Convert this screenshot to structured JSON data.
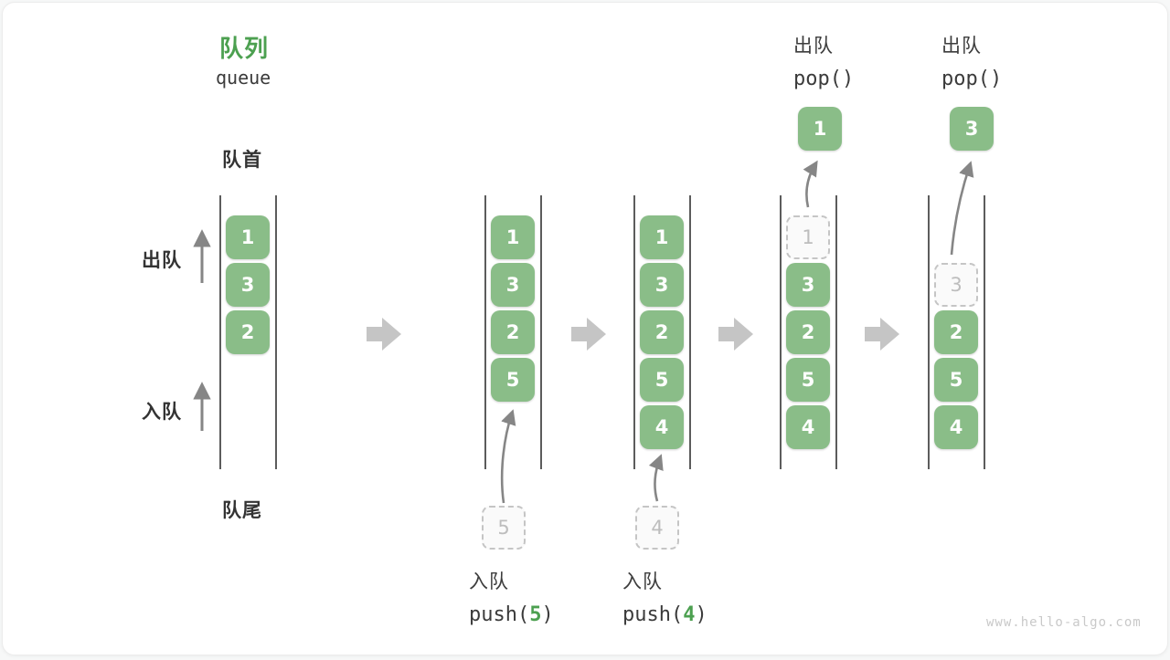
{
  "page": {
    "watermark": "www.hello-algo.com"
  },
  "colors": {
    "accent_green": "#4ca050",
    "box_green": "#8abd88",
    "box_text": "#ffffff",
    "dark_text": "#3b3b3b",
    "dashed_border": "#c5c5c5",
    "dashed_text": "#bdbdbd",
    "channel_line": "#5c5c5c",
    "thin_arrow": "#868686",
    "block_arrow": "#c5c5c5",
    "watermark_color": "#c9c9c9"
  },
  "header": {
    "title": "队列",
    "subtitle": "queue"
  },
  "labels": {
    "front": "队首",
    "rear": "队尾",
    "dequeue": "出队",
    "enqueue": "入队"
  },
  "operations": [
    {
      "title": "入队",
      "code_prefix": "push(",
      "code_value": "5",
      "code_suffix": ")"
    },
    {
      "title": "入队",
      "code_prefix": "push(",
      "code_value": "4",
      "code_suffix": ")"
    },
    {
      "title": "出队",
      "code": "pop()"
    },
    {
      "title": "出队",
      "code": "pop()"
    }
  ],
  "diagram": {
    "description": "Five successive states of a queue; items enter at the tail (bottom) and leave from the head (top).",
    "columns": [
      {
        "name": "state-initial",
        "slots": [
          {
            "value": "1",
            "style": "solid"
          },
          {
            "value": "3",
            "style": "solid"
          },
          {
            "value": "2",
            "style": "solid"
          }
        ]
      },
      {
        "name": "state-after-push-5",
        "slots": [
          {
            "value": "1",
            "style": "solid"
          },
          {
            "value": "3",
            "style": "solid"
          },
          {
            "value": "2",
            "style": "solid"
          },
          {
            "value": "5",
            "style": "solid"
          }
        ],
        "staged": "5"
      },
      {
        "name": "state-after-push-4",
        "slots": [
          {
            "value": "1",
            "style": "solid"
          },
          {
            "value": "3",
            "style": "solid"
          },
          {
            "value": "2",
            "style": "solid"
          },
          {
            "value": "5",
            "style": "solid"
          },
          {
            "value": "4",
            "style": "solid"
          }
        ],
        "staged": "4"
      },
      {
        "name": "state-after-pop-1",
        "slots": [
          {
            "value": "1",
            "style": "dashed"
          },
          {
            "value": "3",
            "style": "solid"
          },
          {
            "value": "2",
            "style": "solid"
          },
          {
            "value": "5",
            "style": "solid"
          },
          {
            "value": "4",
            "style": "solid"
          }
        ],
        "popped": "1"
      },
      {
        "name": "state-after-pop-3",
        "slots": [
          {
            "value": "",
            "style": "empty"
          },
          {
            "value": "3",
            "style": "dashed"
          },
          {
            "value": "2",
            "style": "solid"
          },
          {
            "value": "5",
            "style": "solid"
          },
          {
            "value": "4",
            "style": "solid"
          }
        ],
        "popped": "3"
      }
    ]
  }
}
